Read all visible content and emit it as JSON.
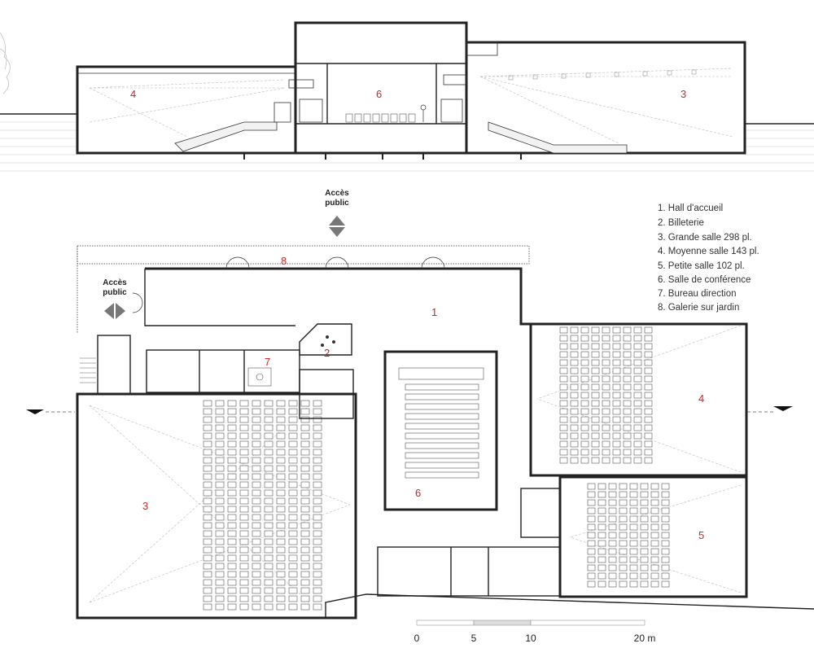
{
  "rooms": {
    "r1": "1",
    "r2": "2",
    "r3": "3",
    "r4": "4",
    "r5": "5",
    "r6": "6",
    "r7": "7",
    "r8": "8"
  },
  "section": {
    "r3": "3",
    "r4": "4",
    "r6": "6"
  },
  "access": {
    "top_line1": "Accès",
    "top_line2": "public",
    "left_line1": "Accès",
    "left_line2": "public"
  },
  "legend": [
    "1. Hall d'accueil",
    "2. Billeterie",
    "3. Grande salle 298 pl.",
    "4. Moyenne salle 143 pl.",
    "5. Petite salle 102 pl.",
    "6. Salle de conférence",
    "7. Bureau direction",
    "8. Galerie sur jardin"
  ],
  "scale": {
    "t0": "0",
    "t5": "5",
    "t10": "10",
    "t20": "20 m"
  }
}
